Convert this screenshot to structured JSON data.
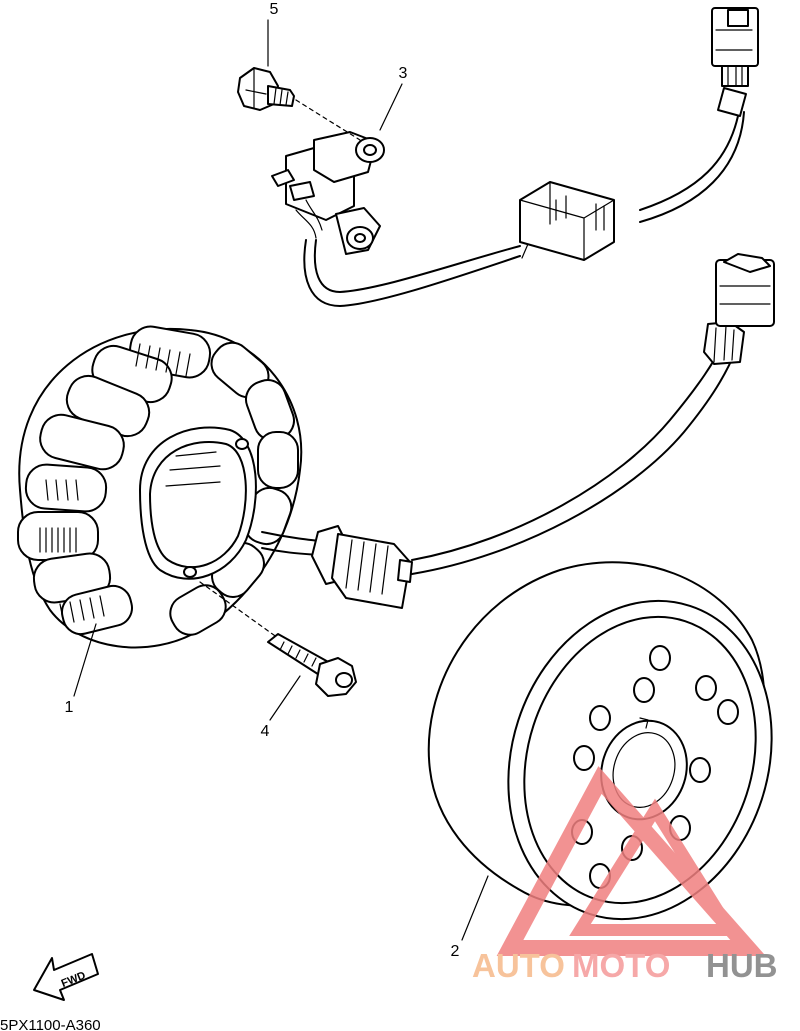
{
  "parts": [
    {
      "number": "1"
    },
    {
      "number": "2"
    },
    {
      "number": "3"
    },
    {
      "number": "4"
    },
    {
      "number": "5"
    }
  ],
  "diagram_code": "5PX1100-A360",
  "fwd_label": "FWD",
  "watermark": {
    "auto": "AUTO",
    "moto": "MOTO",
    "hub": "HUB",
    "color_auto": "#f6b98a",
    "color_moto": "#f59a9a",
    "color_hub": "#7f7f7f",
    "logo_color": "#f08080"
  },
  "colors": {
    "line": "#000000",
    "background": "#ffffff"
  }
}
